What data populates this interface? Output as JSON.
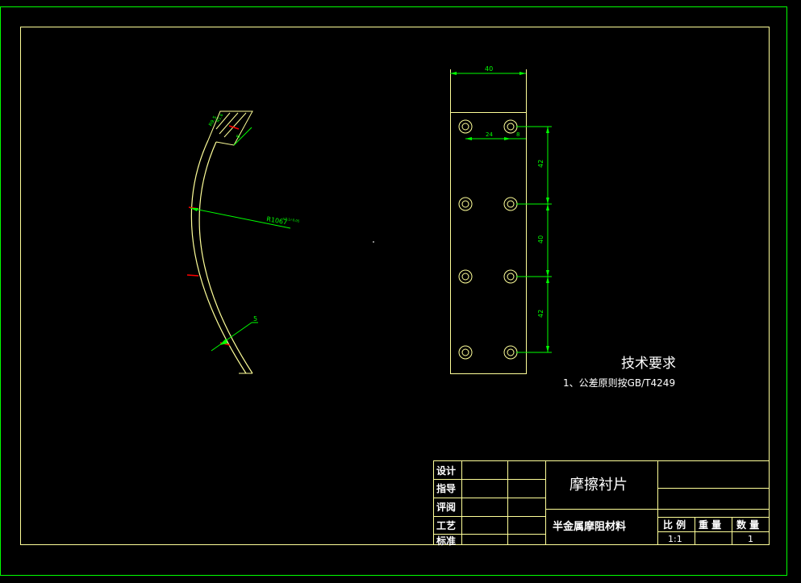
{
  "colors": {
    "background": "#000000",
    "border": "#00ff00",
    "part": "#ffff99",
    "dimension": "#00ff00",
    "center_mark": "#ff0000",
    "text": "#ffffff"
  },
  "drawing": {
    "radius_label": "R1067",
    "radius_tol": "+0.1/-0.05",
    "arc_top_label": "R9.5",
    "arc_top_label2": "R1.6",
    "thickness_label": "5",
    "top_thick_label": "8",
    "plate_width_label": "40",
    "hole_spacing_h_label": "24",
    "hole_edge_label": "8",
    "v_dim_1": "42",
    "v_dim_2": "40",
    "v_dim_3": "42"
  },
  "tech": {
    "title": "技术要求",
    "line1": "1、公差原则按GB/T4249"
  },
  "titleblock": {
    "rows": [
      "设计",
      "指导",
      "评阅",
      "工艺",
      "标准"
    ],
    "part_name": "摩擦衬片",
    "material": "半金属摩阻材料",
    "scale_label": "比 例",
    "weight_label": "重 量",
    "qty_label": "数 量",
    "scale_value": "1:1",
    "weight_value": "",
    "qty_value": "1"
  }
}
